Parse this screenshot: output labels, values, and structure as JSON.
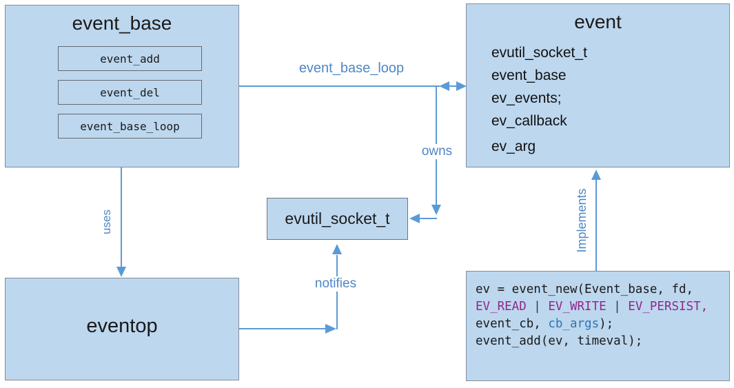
{
  "colors": {
    "box_fill": "#BDD7EE",
    "box_border": "#838B98",
    "arrow_blue": "#5B9BD5",
    "label_blue": "#4E87C5",
    "code_purple": "#92278F",
    "code_pipe": "#33335C",
    "code_blue": "#2E75B6",
    "code_black": "#1A1A1A"
  },
  "boxes": {
    "event_base": {
      "title": "event_base",
      "methods": [
        "event_add",
        "event_del",
        "event_base_loop"
      ]
    },
    "event": {
      "title": "event",
      "fields": [
        "evutil_socket_t",
        "event_base",
        "ev_events;",
        "ev_callback",
        "ev_arg"
      ]
    },
    "evutil_socket": {
      "title": "evutil_socket_t"
    },
    "eventop": {
      "title": "eventop"
    }
  },
  "code": {
    "lines": [
      [
        {
          "text": "ev = event_new(Event_base, fd,",
          "color": "#1A1A1A"
        }
      ],
      [
        {
          "text": "EV_READ",
          "color": "#92278F"
        },
        {
          "text": " | ",
          "color": "#33335C"
        },
        {
          "text": "EV_WRITE",
          "color": "#92278F"
        },
        {
          "text": " | ",
          "color": "#33335C"
        },
        {
          "text": "EV_PERSIST,",
          "color": "#92278F"
        }
      ],
      [
        {
          "text": "event_cb, ",
          "color": "#1A1A1A"
        },
        {
          "text": "cb_args",
          "color": "#2E75B6"
        },
        {
          "text": ");",
          "color": "#1A1A1A"
        }
      ],
      [
        {
          "text": "event_add(ev, timeval);",
          "color": "#1A1A1A"
        }
      ]
    ]
  },
  "edge_labels": {
    "event_base_loop": "event_base_loop",
    "owns": "owns",
    "uses": "uses",
    "notifies": "notifies",
    "implements": "Implements"
  }
}
